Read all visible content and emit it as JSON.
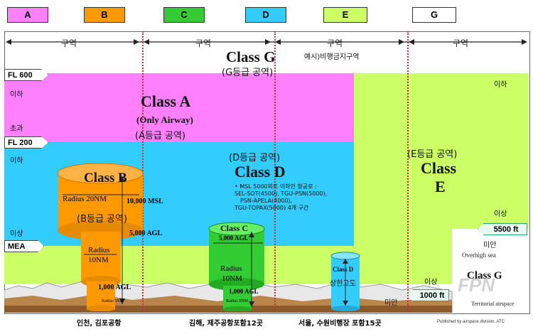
{
  "legend": [
    {
      "label": "A",
      "color": "#ff80ff"
    },
    {
      "label": "B",
      "color": "#ff9900"
    },
    {
      "label": "C",
      "color": "#33cc33"
    },
    {
      "label": "D",
      "color": "#33ccff"
    },
    {
      "label": "E",
      "color": "#ccff66"
    },
    {
      "label": "G",
      "color": "#ffffff"
    }
  ],
  "zones": [
    "구역",
    "구역",
    "구역",
    "구역"
  ],
  "class_g": {
    "title": "Class G",
    "ko": "(G등급 공역)",
    "note": "예시)비행금지구역"
  },
  "class_a": {
    "title": "Class A",
    "sub": "(Only Airway)",
    "ko": "(A등급 공역)"
  },
  "class_d": {
    "ko": "(D등급 공역)",
    "title": "Class D",
    "note1": "• MSL 5000피트 이하인 항공로 :",
    "note2": "SEL-SOT(4500), TGU-PSN(5000),",
    "note3": "PSN-APELA(4000),",
    "note4": "TGU-TOPAX(5000) 4개 구간"
  },
  "class_e": {
    "ko": "(E등급 공역)",
    "title": "Class",
    "title2": "E"
  },
  "class_b": {
    "title": "Class B",
    "radius": "Radius 20NM",
    "alt_top": "10,000 MSL",
    "ko": "(B등급 공역)",
    "alt_mid": "5,000 AGL",
    "radius2": "Radius",
    "radius2b": "10NM",
    "alt_low": "1,000 AGL",
    "radius3": "Radius 5NM"
  },
  "class_c": {
    "title": "Class C",
    "alt_top": "5,000 AGL",
    "radius": "Radius",
    "radius_b": "10NM",
    "alt_low": "1,000 AGL",
    "radius3": "Radius 5NM"
  },
  "class_d_small": {
    "title": "Class D",
    "sub": "상한고도"
  },
  "levels": {
    "fl600": "FL 600",
    "fl200": "FL 200",
    "mea": "MEA",
    "ft5500": "5500 ft",
    "ft1000": "1000 ft"
  },
  "side_labels": {
    "below1": "이하",
    "over": "초과",
    "below2": "이하",
    "above": "이상",
    "e_below": "이하",
    "e_above": "이상",
    "e_under": "미만",
    "g_above": "이상",
    "g_under": "미만"
  },
  "overhigh": "Overhigh sea",
  "class_g_low": "Class G",
  "territorial": "Territorial airspace",
  "bottom": {
    "l1": "인천, 김포공항",
    "l2": "김해, 제주공항포함12곳",
    "l3": "서울, 수원비행장 포함15곳",
    "credit": "Published by airspace division, ATC"
  },
  "watermark": "FPN"
}
